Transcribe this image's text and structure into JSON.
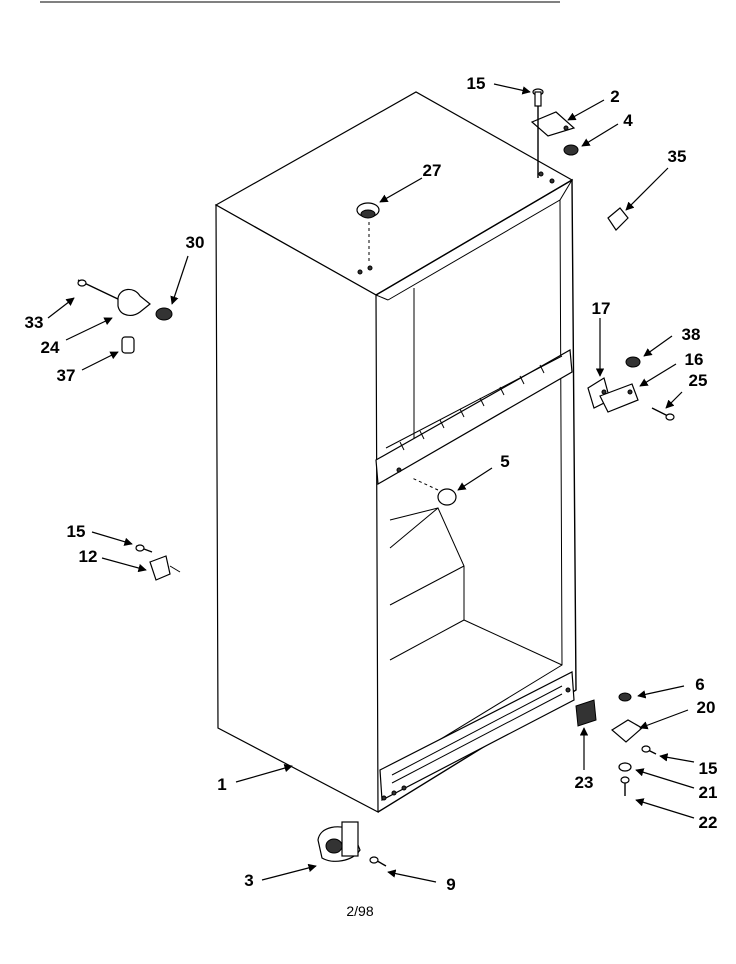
{
  "callouts": [
    "15",
    "2",
    "4",
    "35",
    "27",
    "30",
    "33",
    "24",
    "37",
    "17",
    "38",
    "16",
    "25",
    "5",
    "15",
    "12",
    "6",
    "20",
    "15",
    "21",
    "22",
    "23",
    "1",
    "3",
    "9"
  ],
  "footer": "2/98"
}
